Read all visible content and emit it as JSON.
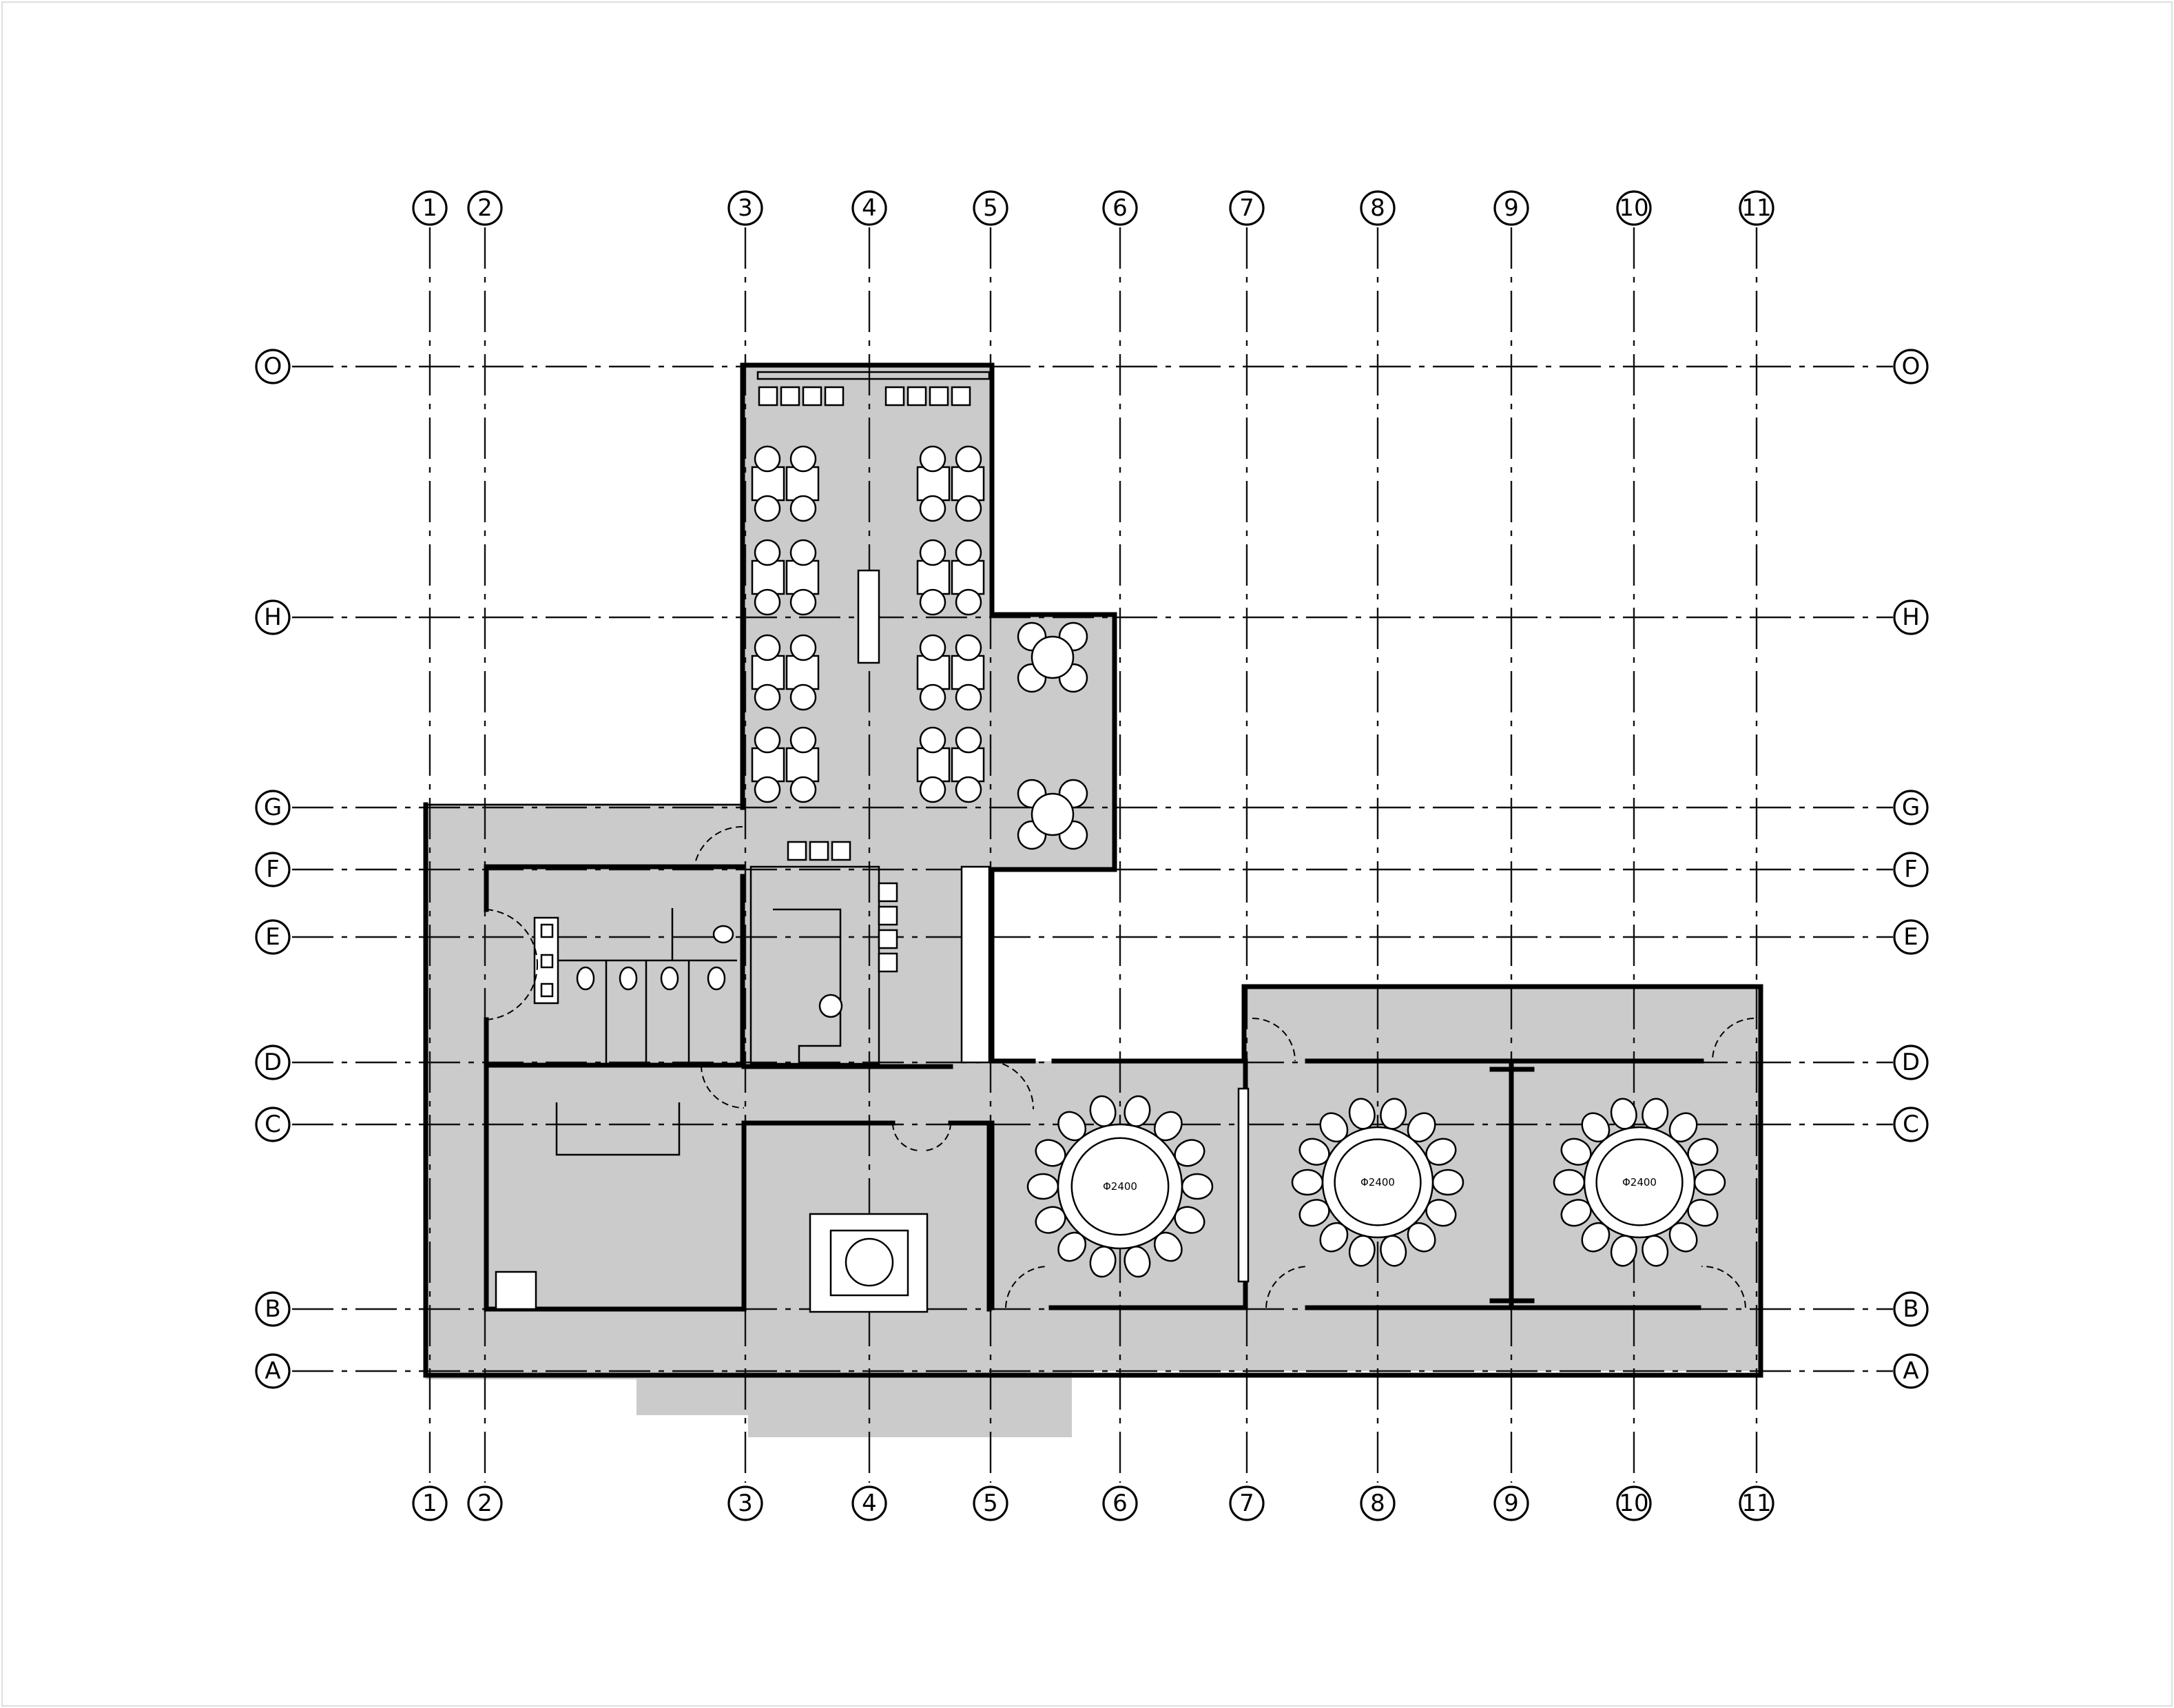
{
  "grid": {
    "columns": [
      "1",
      "2",
      "3",
      "4",
      "5",
      "6",
      "7",
      "8",
      "9",
      "10",
      "11"
    ],
    "rows": [
      "O",
      "H",
      "G",
      "F",
      "E",
      "D",
      "C",
      "B",
      "A"
    ]
  },
  "tables": {
    "round_table_diameter_label": "Φ2400"
  },
  "colors": {
    "floor_fill": "#cbcbcb",
    "wall": "#000000",
    "grid": "#111111"
  }
}
